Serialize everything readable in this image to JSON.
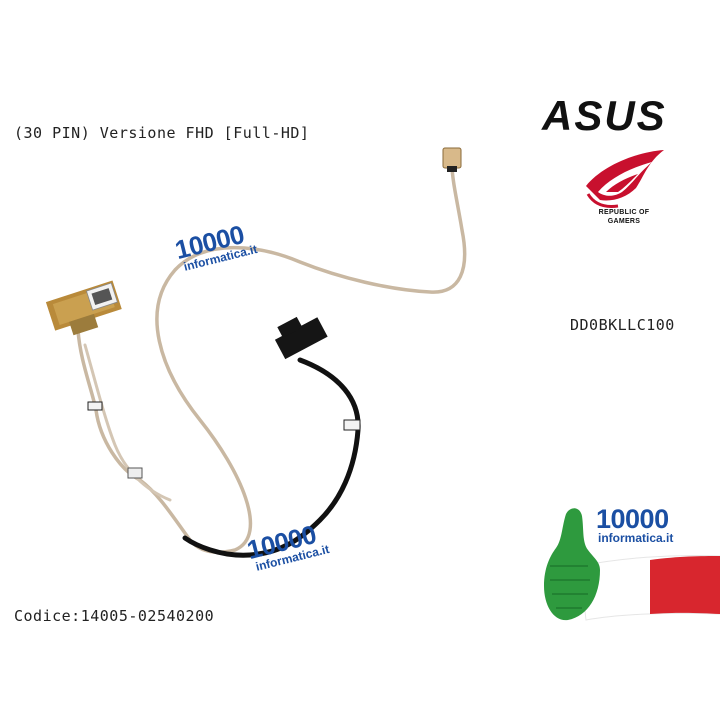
{
  "product": {
    "version_text": "(30 PIN) Versione FHD [Full-HD]",
    "model_number": "DD0BKLLC100",
    "code_text": "Codice:14005-02540200"
  },
  "logos": {
    "asus_text": "ASUS",
    "rog_line1": "REPUBLIC OF",
    "rog_line2": "GAMERS"
  },
  "watermark": {
    "brand_number": "10000",
    "brand_site": "informatica.it"
  },
  "colors": {
    "brand_blue": "#1b4fa3",
    "italy_green": "#2e9a3e",
    "italy_red": "#d8262e",
    "rog_red": "#c8102e",
    "cable_beige": "#cdbfae",
    "cable_black": "#111111"
  }
}
